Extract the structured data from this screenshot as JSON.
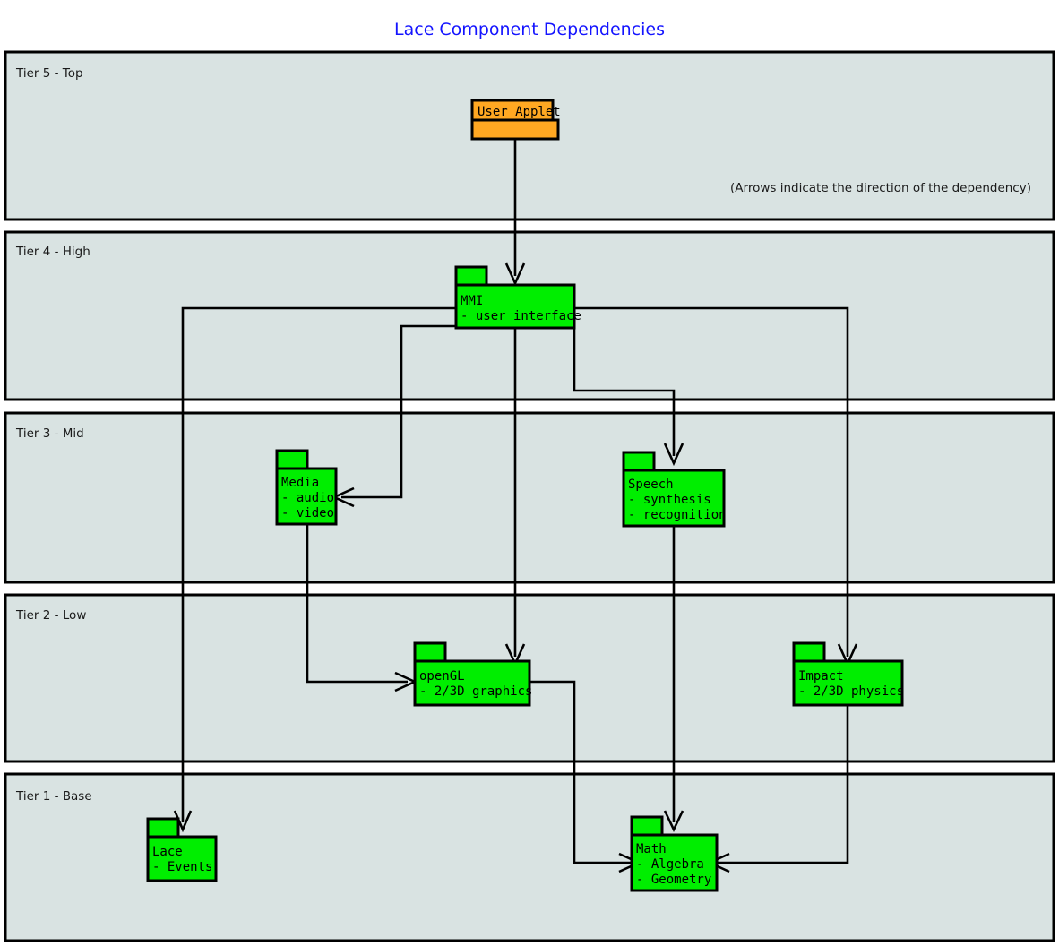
{
  "diagram": {
    "title": "Lace Component Dependencies",
    "note": "(Arrows indicate the direction of the dependency)",
    "title_color": "#1414ff",
    "tier_fill": "#d9e3e2",
    "package_green": "#00ee00",
    "package_orange": "#ffa822",
    "outline_color": "#000000",
    "tiers": [
      {
        "id": "tier5",
        "label": "Tier 5 - Top"
      },
      {
        "id": "tier4",
        "label": "Tier 4 - High"
      },
      {
        "id": "tier3",
        "label": "Tier 3 - Mid"
      },
      {
        "id": "tier2",
        "label": "Tier 2 - Low"
      },
      {
        "id": "tier1",
        "label": "Tier 1 - Base"
      }
    ],
    "packages": [
      {
        "id": "user-applet",
        "name": "User Applet",
        "items": [],
        "tier": "Tier 5 - Top",
        "color": "#ffa822"
      },
      {
        "id": "mmi",
        "name": "MMI",
        "items": [
          "- user interface"
        ],
        "tier": "Tier 4 - High",
        "color": "#00ee00"
      },
      {
        "id": "media",
        "name": "Media",
        "items": [
          "- audio",
          "- video"
        ],
        "tier": "Tier 3 - Mid",
        "color": "#00ee00"
      },
      {
        "id": "speech",
        "name": "Speech",
        "items": [
          "- synthesis",
          "- recognition"
        ],
        "tier": "Tier 3 - Mid",
        "color": "#00ee00"
      },
      {
        "id": "opengl",
        "name": "openGL",
        "items": [
          "- 2/3D graphics"
        ],
        "tier": "Tier 2 - Low",
        "color": "#00ee00"
      },
      {
        "id": "impact",
        "name": "Impact",
        "items": [
          "- 2/3D physics"
        ],
        "tier": "Tier 2 - Low",
        "color": "#00ee00"
      },
      {
        "id": "lace",
        "name": "Lace",
        "items": [
          "- Events"
        ],
        "tier": "Tier 1 - Base",
        "color": "#00ee00"
      },
      {
        "id": "math",
        "name": "Math",
        "items": [
          "- Algebra",
          "- Geometry"
        ],
        "tier": "Tier 1 - Base",
        "color": "#00ee00"
      }
    ],
    "dependencies": [
      {
        "from": "User Applet",
        "to": "MMI"
      },
      {
        "from": "MMI",
        "to": "Media"
      },
      {
        "from": "MMI",
        "to": "Speech"
      },
      {
        "from": "MMI",
        "to": "openGL"
      },
      {
        "from": "MMI",
        "to": "Impact"
      },
      {
        "from": "MMI",
        "to": "Lace"
      },
      {
        "from": "Media",
        "to": "openGL"
      },
      {
        "from": "Speech",
        "to": "Math"
      },
      {
        "from": "openGL",
        "to": "Math"
      },
      {
        "from": "Impact",
        "to": "Math"
      }
    ]
  }
}
